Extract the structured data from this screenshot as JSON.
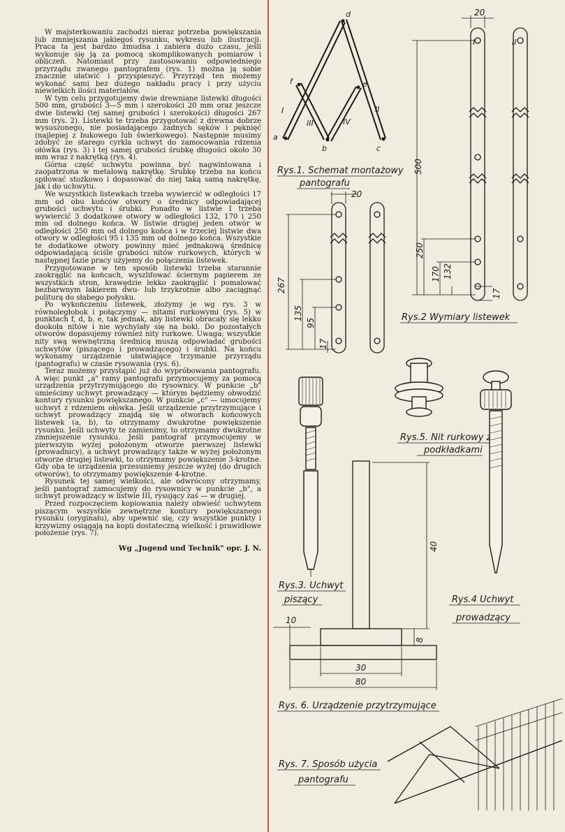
{
  "article": {
    "paragraphs": [
      "W majsterkowaniu zachodzi nieraz potrzeba powiększania lub zmniejszania jakiegoś rysunku, wykresu lub ilustracji. Praca ta jest bardzo żmudna i zabiera dużo czasu, jeśli wykonuje się ją za pomocą skomplikowanych pomiarów i obliczeń. Natomiast przy zastosowaniu odpowiedniego przyrządu zwanego pantografem (rys. 1) można ją sobie znacznie ułatwić i przyspieszyć. Przyrząd ten możemy wykonać sami bez dużego nakładu pracy i przy użyciu niewielkich ilości materiałów.",
      "W tym celu przygotujemy dwie drewniane listewki długości 500 mm, grubości 3—5 mm i szerokości 20 mm oraz jeszcze dwie listewki (tej samej grubości i szerokości) długości 267 mm (rys. 2). Listewki te trzeba przygotować z drewna dobrze wysuszonego, nie posiadającego żadnych sęków i pęknięć (najlepiej z bukowego lub świerkowego). Następnie musimy zdobyć ze starego cyrkla uchwyt do zamocowania rdzenia ołówka (rys. 3) i tej samej grubości śrubkę długości około 30 mm wraz z nakrętką (rys. 4).",
      "Górna część uchwytu powinna być nagwintowana i zaopatrzona w metalową nakrętkę. Śrubkę trzeba na końcu spiłować stożkowo i dopasować do niej taką samą nakrętkę, jak i do uchwytu.",
      "We wszystkich listewkach trzeba wywiercić w odległości 17 mm od obu końców otwory o średnicy odpowiadającej grubości uchwytu i śrubki. Ponadto w listwie I trzeba wywiercić 3 dodatkowe otwory w odległości 132, 170 i 250 mm od dolnego końca. W listwie drugiej jeden otwór w odległości 250 mm od dolnego końca i w trzeciej listwie dwa otwory w odległości 95 i 135 mm od dolnego końca. Wszystkie te dodatkowe otwory powinny mieć jednakową średnicę odpowiadającą ściśle grubości nitów rurkowych, których w następnej fazie pracy użyjemy do połączenia listewek.",
      "Przygotowane w ten sposób listewki trzeba starannie zaokrąglić na końcach, wyszlifować ściernym papierem ze wszystkich stron, krawędzie lekko zaokrąglić i pomalować bezbarwnym lakierem dwu- lub trzykrotnie albo zaciągnąć politurą do słabego połysku.",
      "Po wykończeniu listewek, złożymy je wg rys. 3 w równoległobok i połączymy — nitami rurkowymi (rys. 5) w punktach f, d, b, e, tak jednak, aby listewki obracały się lekko dookoła nitów i nie wychylały się na boki. Do pozostałych otworów dopasujemy również nity rurkowe. Uwaga: wszystkie nity swą wewnętrzną średnicą muszą odpowiadać grubości uchwytów (piszącego i prowadzącego) i śrubki. Na końcu wykonamy urządzenie ułatwiające trzymanie przyrządu (pantografu) w czasie rysowania (rys. 6).",
      "Teraz możemy przystąpić już do wypróbowania pantografu. A więc punkt „a\" ramy pantografu przymocujemy za pomocą urządzenia przytrzymującego do rysownicy. W punkcie „b\" umieścimy uchwyt prowadzący — którym będziemy obwodzić kontury rysunku powiększanego. W punkcie „c\" — umocujemy uchwyt z rdzeniem ołówka. Jeśli urządzenie przytrzymujące i uchwyt prowadzący znajdą się w otworach końcowych listewek (a, b), to otrzymamy dwukrotne powiększenie rysunku. Jeśli uchwyty te zamienimy, to otrzymamy dwukrotne zmniejszenie rysunku. Jeśli pantograf przymocujemy w pierwszym wyżej położonym otworze pierwszej listewki (prowadnicy), a uchwyt prowadzący także w wyżej położonym otworze drugiej listewki, to otrzymamy powiększenie 3-krotne. Gdy oba te urządzenia przesuniemy jeszcze wyżej (do drugich otworów), to otrzymamy powiększenie 4-krotne.",
      "Rysunek tej samej wielkości, ale odwrócony otrzymamy, jeśli pantograf zamocujemy do rysownicy w punkcie „b\", a uchwyt prowadzący w listwie III, rysujący zaś — w drugiej.",
      "Przed rozpoczęciem kopiowania należy obwieść uchwytem piszącym wszystkie zewnętrzne kontury powiększanego rysunku (oryginału), aby upewnić się, czy wszystkie punkty i krzywizny osiągają na kopii dostateczną wielkość i prawidłowe położenie (rys. 7)."
    ],
    "credit": "Wg „Jugend und Technik\" opr. J. N."
  },
  "figures": {
    "fig1": {
      "caption_line1": "Rys.1. Schemat montażowy",
      "caption_line2": "pantografu",
      "points": [
        "a",
        "b",
        "c",
        "d",
        "e",
        "f"
      ],
      "bar_labels": [
        "I",
        "II",
        "III",
        "IV"
      ]
    },
    "fig2": {
      "caption": "Rys.2 Wymiary listewek",
      "bar_labels": [
        "I",
        "II"
      ],
      "dims": [
        "20",
        "500",
        "250",
        "170",
        "132",
        "17",
        "20",
        "267",
        "135",
        "95",
        "17"
      ]
    },
    "fig3": {
      "caption_line1": "Rys.3. Uchwyt",
      "caption_line2": "piszący"
    },
    "fig4": {
      "caption_line1": "Rys.4 Uchwyt",
      "caption_line2": "prowadzący"
    },
    "fig5": {
      "caption_line1": "Rys.5. Nit rurkowy z",
      "caption_line2": "podkładkami"
    },
    "fig6": {
      "caption": "Rys. 6. Urządzenie przytrzymujące",
      "dims": [
        "40",
        "10",
        "8",
        "30",
        "80"
      ]
    },
    "fig7": {
      "caption_line1": "Rys. 7. Sposób użycia",
      "caption_line2": "pantografu"
    }
  }
}
